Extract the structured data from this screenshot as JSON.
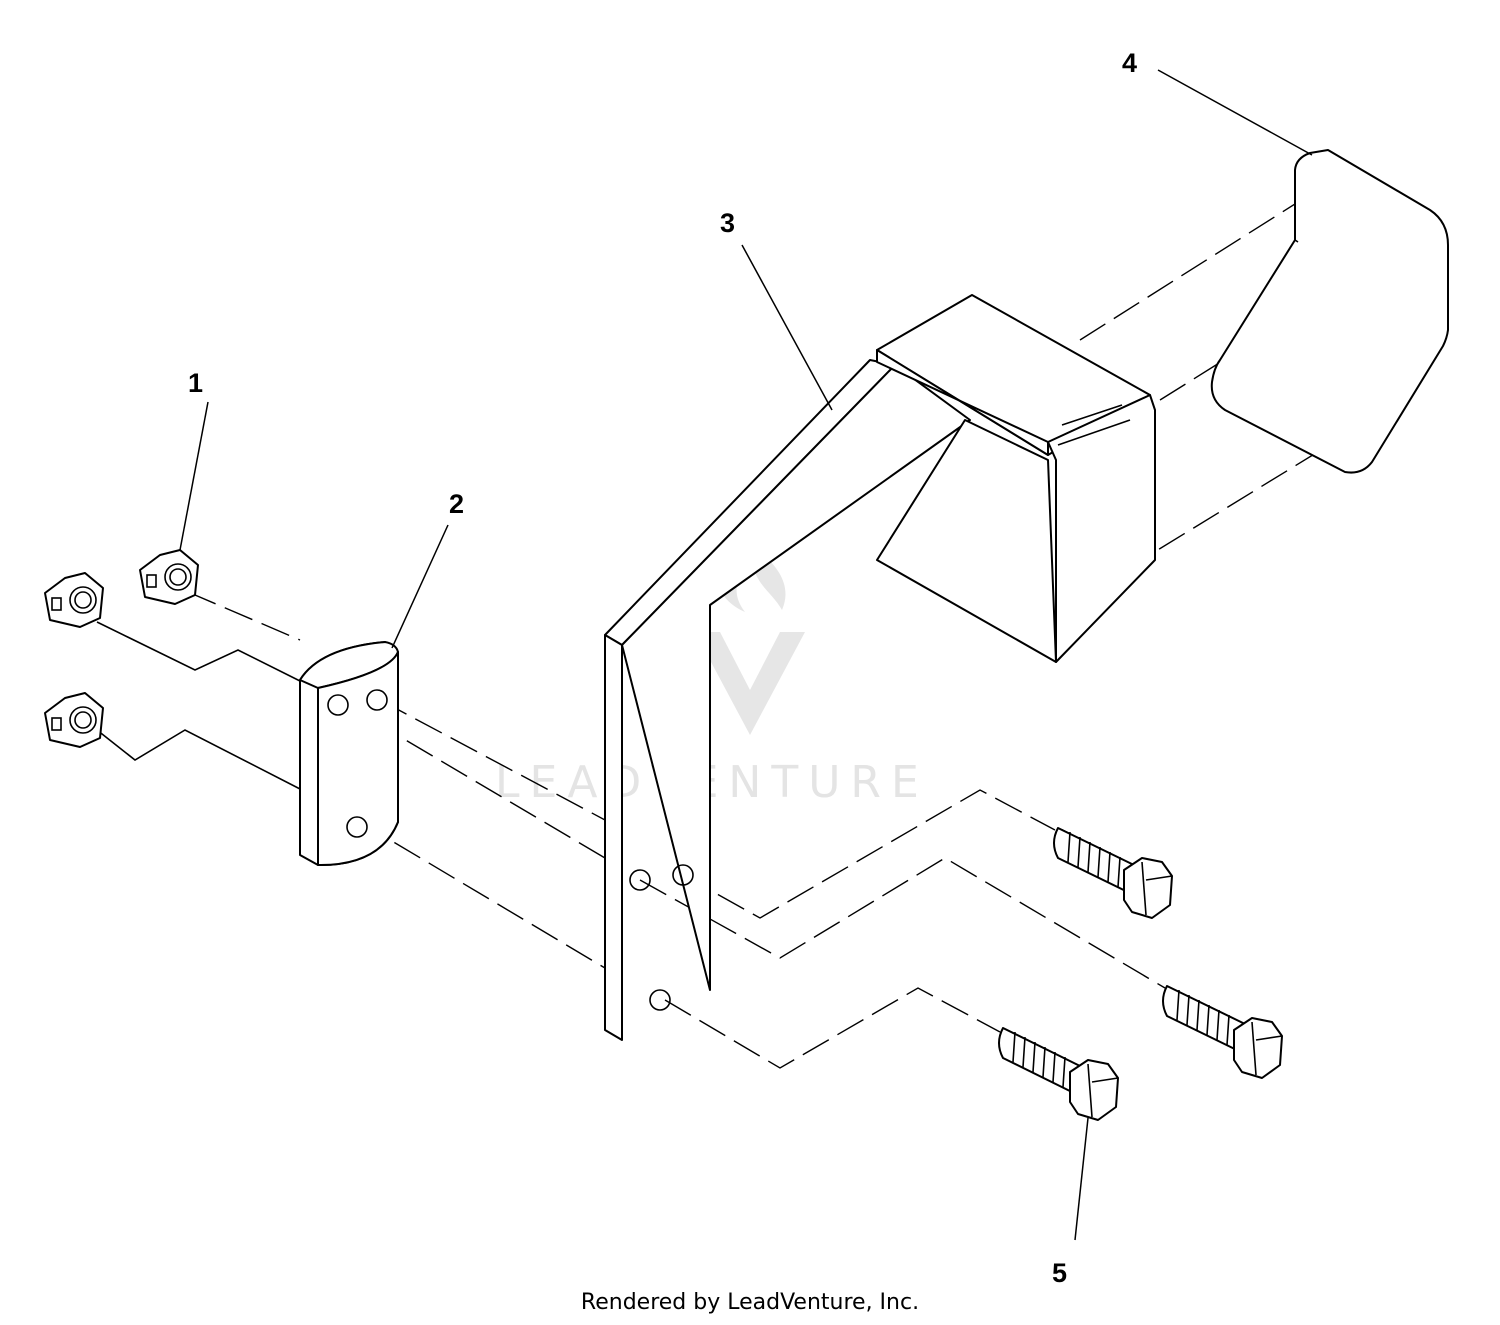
{
  "callouts": [
    {
      "id": "1",
      "label": "1"
    },
    {
      "id": "2",
      "label": "2"
    },
    {
      "id": "3",
      "label": "3"
    },
    {
      "id": "4",
      "label": "4"
    },
    {
      "id": "5",
      "label": "5"
    }
  ],
  "watermark": {
    "text": "LEADVENTURE"
  },
  "footer": {
    "text": "Rendered by LeadVenture, Inc."
  }
}
